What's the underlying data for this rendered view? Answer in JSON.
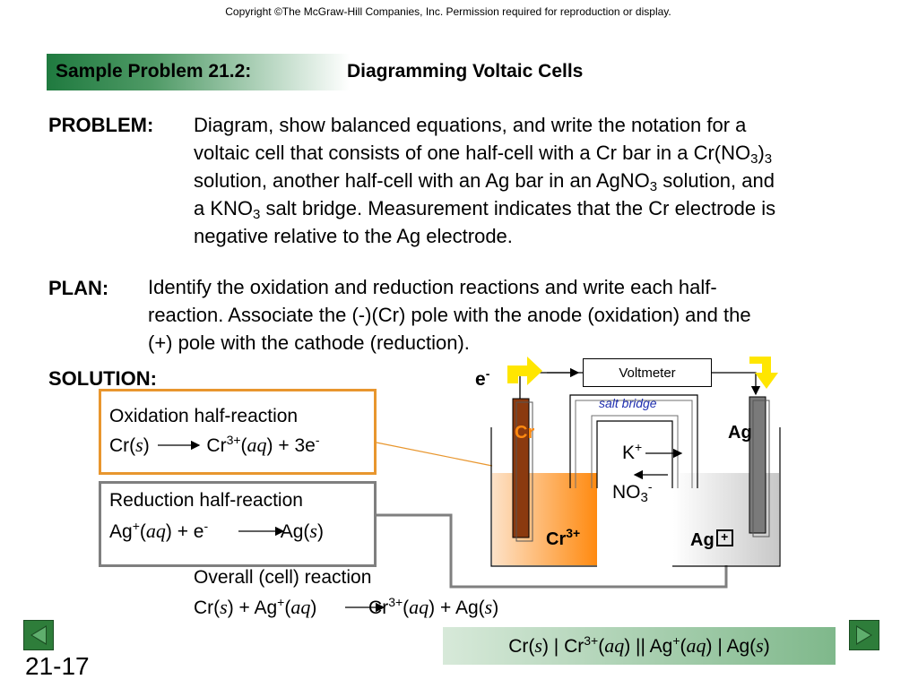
{
  "copyright": "Copyright ©The McGraw-Hill Companies, Inc.  Permission required for reproduction or display.",
  "title": {
    "left": "Sample Problem 21.2:",
    "right": "Diagramming Voltaic Cells"
  },
  "problem": {
    "label": "PROBLEM:",
    "line1": "Diagram, show balanced equations, and write the notation for a",
    "line2a": "voltaic cell that consists of one half-cell with a Cr bar in a Cr(NO",
    "line2sub": "3",
    "line2b": ")",
    "line2sub2": "3",
    "line3a": "solution, another half-cell with an Ag bar in an AgNO",
    "line3sub": "3",
    "line3b": " solution, and",
    "line4a": "a KNO",
    "line4sub": "3",
    "line4b": " salt bridge.  Measurement indicates that the Cr electrode is",
    "line5": "negative relative to the Ag electrode."
  },
  "plan": {
    "label": "PLAN:",
    "line1": "Identify the oxidation and reduction reactions and write each half-",
    "line2": "reaction.  Associate the (-)(Cr) pole with the anode (oxidation) and the",
    "line3": "(+) pole with the cathode (reduction)."
  },
  "solution": {
    "label": "SOLUTION:"
  },
  "oxidation": {
    "heading": "Oxidation half-reaction",
    "cr": "Cr(",
    "s": "s",
    "close": ")",
    "cr2": "Cr",
    "charge": "3+",
    "aq": "aq",
    "tail": ") + 3e",
    "eminus": "-"
  },
  "reduction": {
    "heading": "Reduction half-reaction",
    "ag": "Ag",
    "plus": "+",
    "aq": "aq",
    "mid": ") + e",
    "eminus": "-",
    "ag2": "Ag(",
    "s": "s",
    "close": ")"
  },
  "overall": {
    "heading": "Overall (cell) reaction",
    "cr": "Cr(",
    "s": "s",
    "mid1": ") + Ag",
    "plus": "+",
    "aq": "aq",
    "cr2": "Cr",
    "charge": "3+",
    "tail": ") + Ag(",
    "close": ")"
  },
  "notation": {
    "cr": "Cr(",
    "s": "s",
    "sep1": ") | Cr",
    "charge": "3+",
    "aq": "aq",
    "sep2": ") || Ag",
    "plus": "+",
    "sep3": ") | Ag(",
    "close": ")"
  },
  "diagram": {
    "electron": "e",
    "electron_sup": "-",
    "voltmeter": "Voltmeter",
    "salt_bridge": "salt bridge",
    "cr_label": "Cr",
    "ag_label": "Ag",
    "k_ion": "K",
    "k_charge": "+",
    "no3": "NO",
    "no3_sub": "3",
    "no3_charge": "-",
    "cr_ion": "Cr",
    "cr_ion_charge": "3+",
    "ag_ion": "Ag",
    "ag_ion_charge": "+"
  },
  "slide_number": "21-17",
  "colors": {
    "title_green": "#1f7a3f",
    "ox_orange": "#e8962e",
    "red_gray": "#7f7f7f",
    "electrode_cr": "#8b3a0f",
    "arrow_yellow": "#ffe600"
  }
}
